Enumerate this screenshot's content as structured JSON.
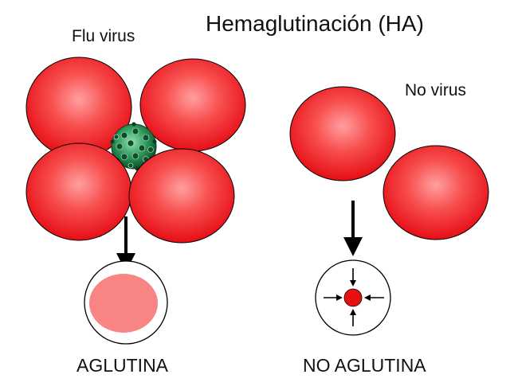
{
  "title": "Hemaglutinación (HA)",
  "labels": {
    "flu_virus": "Flu virus",
    "no_virus": "No virus",
    "aglutina": "AGLUTINA",
    "no_aglutina": "NO AGLUTINA"
  },
  "colors": {
    "rbc_red": "#ee1c24",
    "rbc_highlight": "#ff8e8e",
    "virus_green": "#1f8a4c",
    "diffuse_pink": "#f98484",
    "pellet_red": "#e80f0f",
    "outline": "#000000"
  },
  "icons": {
    "virus": "virus-icon",
    "arrow": "arrow-down-icon"
  }
}
